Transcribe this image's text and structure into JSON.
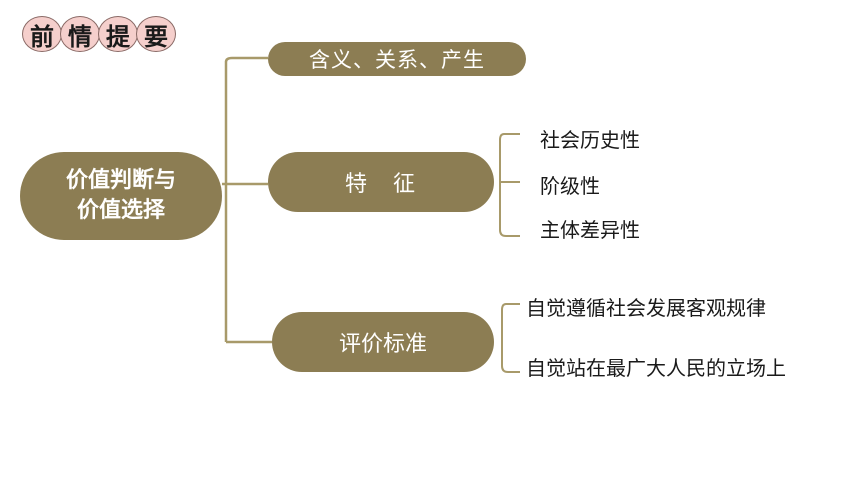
{
  "header": {
    "chars": [
      "前",
      "情",
      "提",
      "要"
    ]
  },
  "root": {
    "line1": "价值判断与",
    "line2": "价值选择"
  },
  "branches": [
    {
      "label": "含义、关系、产生"
    },
    {
      "label": "特　征",
      "leaves": [
        "社会历史性",
        "阶级性",
        "主体差异性"
      ]
    },
    {
      "label": "评价标准",
      "leaves": [
        "自觉遵循社会发展客观规律",
        "自觉站在最广大人民的立场上"
      ]
    }
  ],
  "colors": {
    "pill": "#8c7d53",
    "connector": "#a89a6a",
    "header_bg": "#f5cfcc"
  }
}
